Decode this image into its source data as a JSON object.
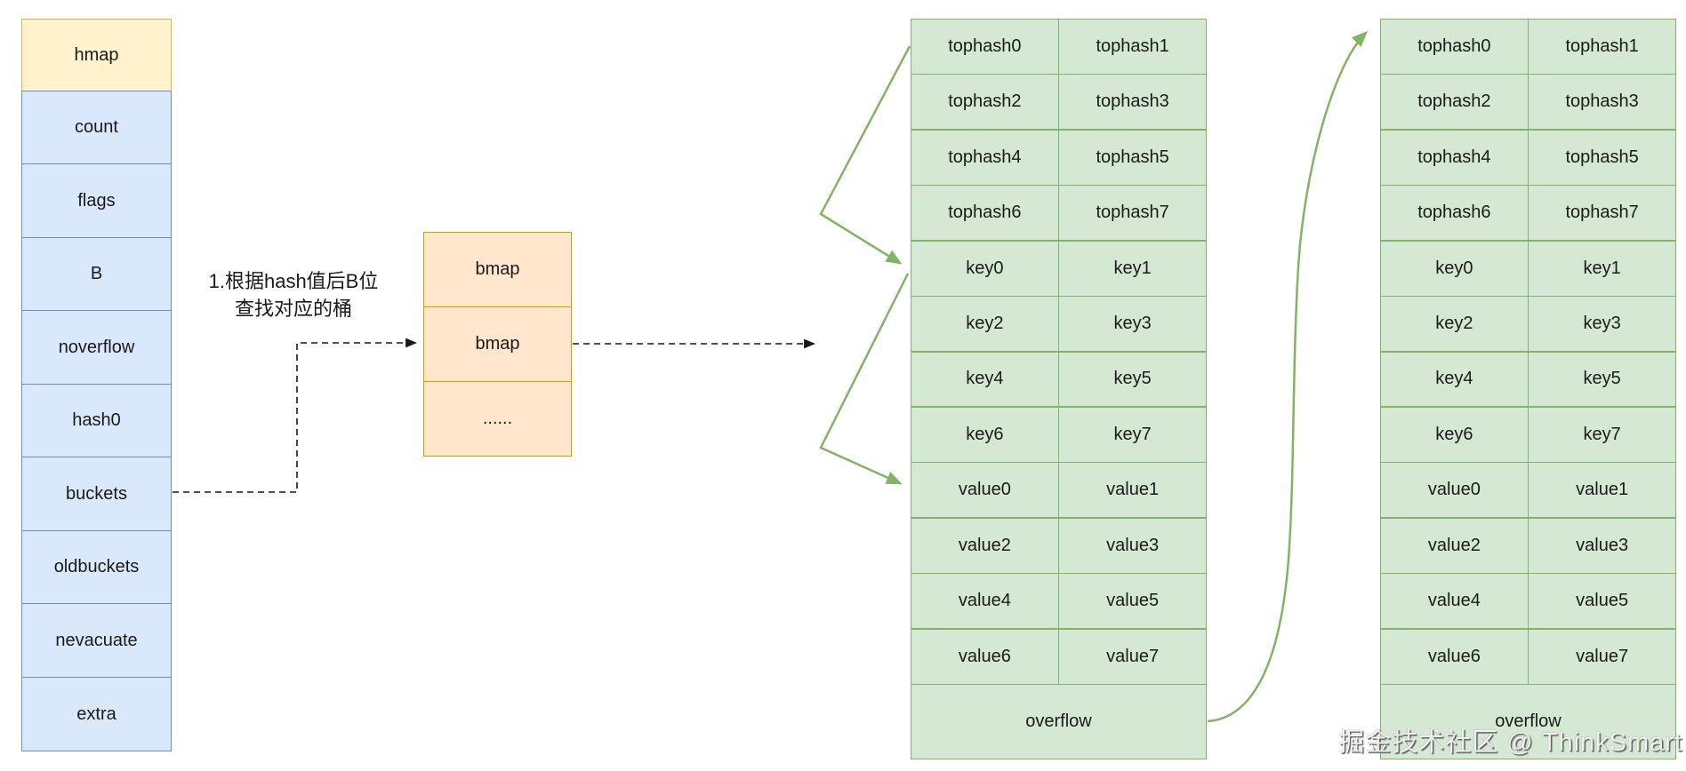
{
  "hmap_struct": {
    "header": "hmap",
    "fields": [
      "count",
      "flags",
      "B",
      "noverflow",
      "hash0",
      "buckets",
      "oldbuckets",
      "nevacuate",
      "extra"
    ]
  },
  "annotation": {
    "line1": "1.根据hash值后B位",
    "line2": "查找对应的桶"
  },
  "bmap_box": {
    "cells": [
      "bmap",
      "bmap",
      "......"
    ]
  },
  "bucket1": {
    "cells": [
      "tophash0",
      "tophash1",
      "tophash2",
      "tophash3",
      "tophash4",
      "tophash5",
      "tophash6",
      "tophash7",
      "key0",
      "key1",
      "key2",
      "key3",
      "key4",
      "key5",
      "key6",
      "key7",
      "value0",
      "value1",
      "value2",
      "value3",
      "value4",
      "value5",
      "value6",
      "value7",
      "overflow"
    ]
  },
  "bucket2": {
    "cells": [
      "tophash0",
      "tophash1",
      "tophash2",
      "tophash3",
      "tophash4",
      "tophash5",
      "tophash6",
      "tophash7",
      "key0",
      "key1",
      "key2",
      "key3",
      "key4",
      "key5",
      "key6",
      "key7",
      "value0",
      "value1",
      "value2",
      "value3",
      "value4",
      "value5",
      "value6",
      "value7",
      "overflow"
    ]
  },
  "watermark": {
    "text": "掘金技术社区 @ ThinkSmart"
  },
  "colors": {
    "struct_header_fill": "#FFF2CC",
    "struct_header_border": "#D6B656",
    "struct_field_fill": "#DAE8FC",
    "struct_field_border": "#6C8EBF",
    "bmap_fill": "#FFE6CC",
    "bmap_border": "#D79B00",
    "bucket_fill": "#D5E8D4",
    "bucket_border": "#82B366",
    "arrow_green": "#82B366",
    "arrow_black": "#1a1a1a"
  }
}
